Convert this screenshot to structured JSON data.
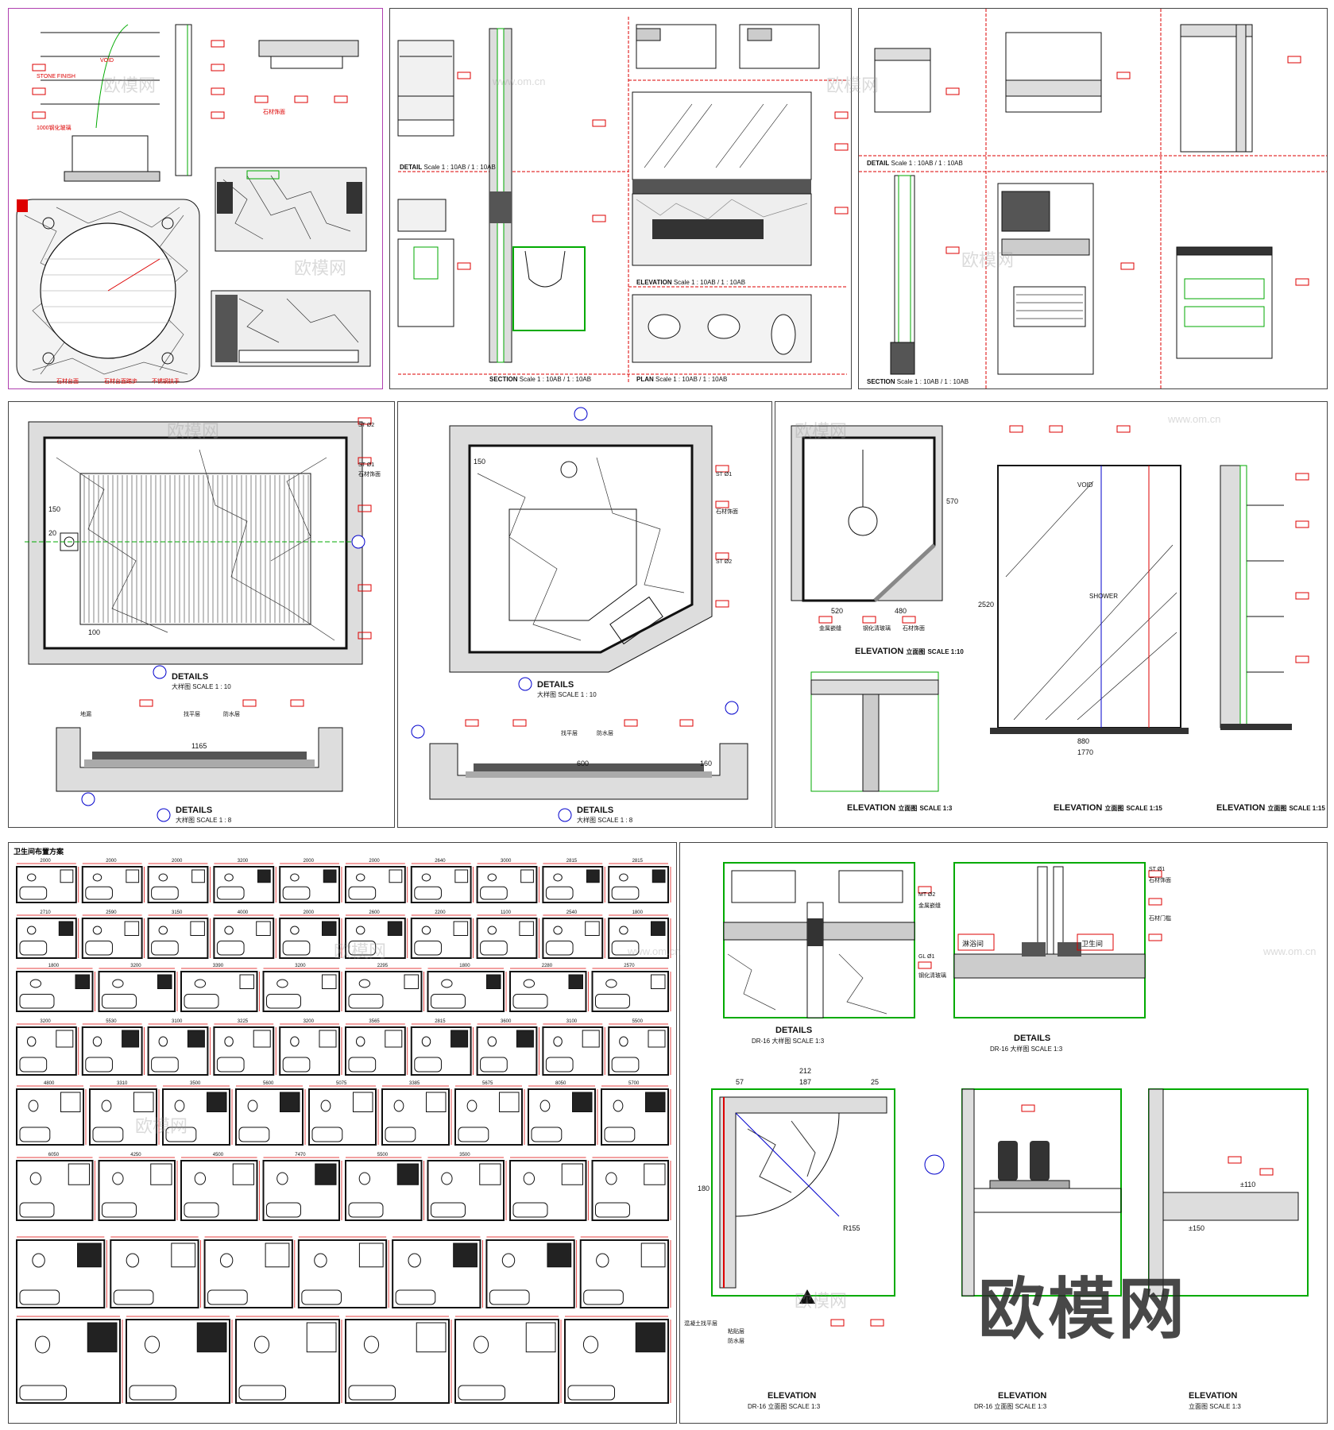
{
  "sheets": {
    "s1": {
      "tags": [
        "VOID",
        "STONE FINISH",
        "石材饰面",
        "1000钢化玻璃",
        "石材台面",
        "石材台面踏步",
        "不锈钢扶手"
      ]
    },
    "s2": {
      "captions": [
        {
          "title": "DETAIL",
          "scale": "Scale 1 : 10AB / 1 : 10AB"
        },
        {
          "title": "SECTION",
          "scale": "Scale 1 : 10AB / 1 : 10AB"
        },
        {
          "title": "ELEVATION",
          "scale": "Scale 1 : 10AB / 1 : 10AB"
        },
        {
          "title": "PLAN",
          "scale": "Scale 1 : 10AB / 1 : 10AB"
        }
      ]
    },
    "s3": {
      "captions": [
        {
          "title": "DETAIL",
          "scale": "Scale 1 : 10AB / 1 : 10AB"
        },
        {
          "title": "SECTION",
          "scale": "Scale 1 : 10AB / 1 : 10AB"
        }
      ]
    },
    "s4": {
      "plan_caption": {
        "title": "DETAILS",
        "cn": "大样图",
        "scale": "SCALE 1 : 10"
      },
      "section_caption": {
        "title": "DETAILS",
        "cn": "大样图",
        "scale": "SCALE 1 : 8"
      },
      "labels": [
        "ST Ø2",
        "ST Ø1",
        "石材饰面",
        "地漏",
        "找平层",
        "防水层",
        "1165",
        "150",
        "20",
        "100"
      ]
    },
    "s5": {
      "plan_caption": {
        "title": "DETAILS",
        "cn": "大样图",
        "scale": "SCALE 1 : 10"
      },
      "section_caption": {
        "title": "DETAILS",
        "cn": "大样图",
        "scale": "SCALE 1 : 8"
      },
      "labels": [
        "ST Ø1",
        "ST Ø2",
        "石材饰面",
        "找平层",
        "防水层",
        "600",
        "150",
        "160"
      ]
    },
    "s6": {
      "captions": [
        {
          "title": "ELEVATION",
          "cn": "立面图",
          "scale": "SCALE 1:10"
        },
        {
          "title": "ELEVATION",
          "cn": "立面图",
          "scale": "SCALE 1:3"
        },
        {
          "title": "ELEVATION",
          "cn": "立面图",
          "scale": "SCALE 1:15"
        },
        {
          "title": "ELEVATION",
          "cn": "立面图",
          "scale": "SCALE 1:15"
        }
      ],
      "labels": [
        "VOID",
        "SHOWER",
        "520",
        "480",
        "570",
        "880",
        "1770",
        "2520",
        "金属嵌缝",
        "钢化清玻璃",
        "石材饰面"
      ]
    },
    "s7": {
      "title": "卫生间布置方案",
      "dims": [
        "2000",
        "2000",
        "2000",
        "3200",
        "2000",
        "2000",
        "2640",
        "3000",
        "2815",
        "2815",
        "2710",
        "2590",
        "3150",
        "4000",
        "2000",
        "2600",
        "2200",
        "1100",
        "2540",
        "1800",
        "1800",
        "3200",
        "3390",
        "3200",
        "2295",
        "1800",
        "2280",
        "2570",
        "3200",
        "5530",
        "3100",
        "3225",
        "3200",
        "3565",
        "2815",
        "3600",
        "3100",
        "5500",
        "4800",
        "3310",
        "3500",
        "5600",
        "5075",
        "3385",
        "5675",
        "8050",
        "5700",
        "6050",
        "4250",
        "4500",
        "7470",
        "5500",
        "3500"
      ]
    },
    "s8": {
      "captions": [
        {
          "id": "a",
          "ref": "DR-16",
          "title": "DETAILS",
          "cn": "大样图",
          "scale": "SCALE 1:3"
        },
        {
          "id": "b",
          "ref": "DR-16",
          "title": "DETAILS",
          "cn": "大样图",
          "scale": "SCALE 1:3"
        },
        {
          "id": "D",
          "ref": "DR-16",
          "title": "ELEVATION",
          "cn": "立面图",
          "scale": "SCALE 1:3"
        },
        {
          "id": "E",
          "ref": "DR-16",
          "title": "ELEVATION",
          "cn": "立面图",
          "scale": "SCALE 1:3"
        },
        {
          "id": "F",
          "ref": "",
          "title": "ELEVATION",
          "cn": "立面图",
          "scale": "SCALE 1:3"
        }
      ],
      "labels": [
        "ST Ø1",
        "石材饰面",
        "GL Ø1",
        "钢化清玻璃",
        "MT Ø2",
        "金属嵌缝",
        "石材门槛",
        "淋浴间",
        "卫生间",
        "212",
        "57",
        "187",
        "25",
        "180",
        "R155",
        "±110",
        "±150",
        "粘贴层",
        "防水层",
        "混凝土找平层"
      ],
      "watermark": "欧模网"
    }
  },
  "watermark_text": "欧模网",
  "watermark_url": "www.om.cn",
  "colors": {
    "line": "#111111",
    "red": "#dd0000",
    "green": "#00aa00",
    "blue": "#0000cc",
    "frame": "#444444"
  }
}
